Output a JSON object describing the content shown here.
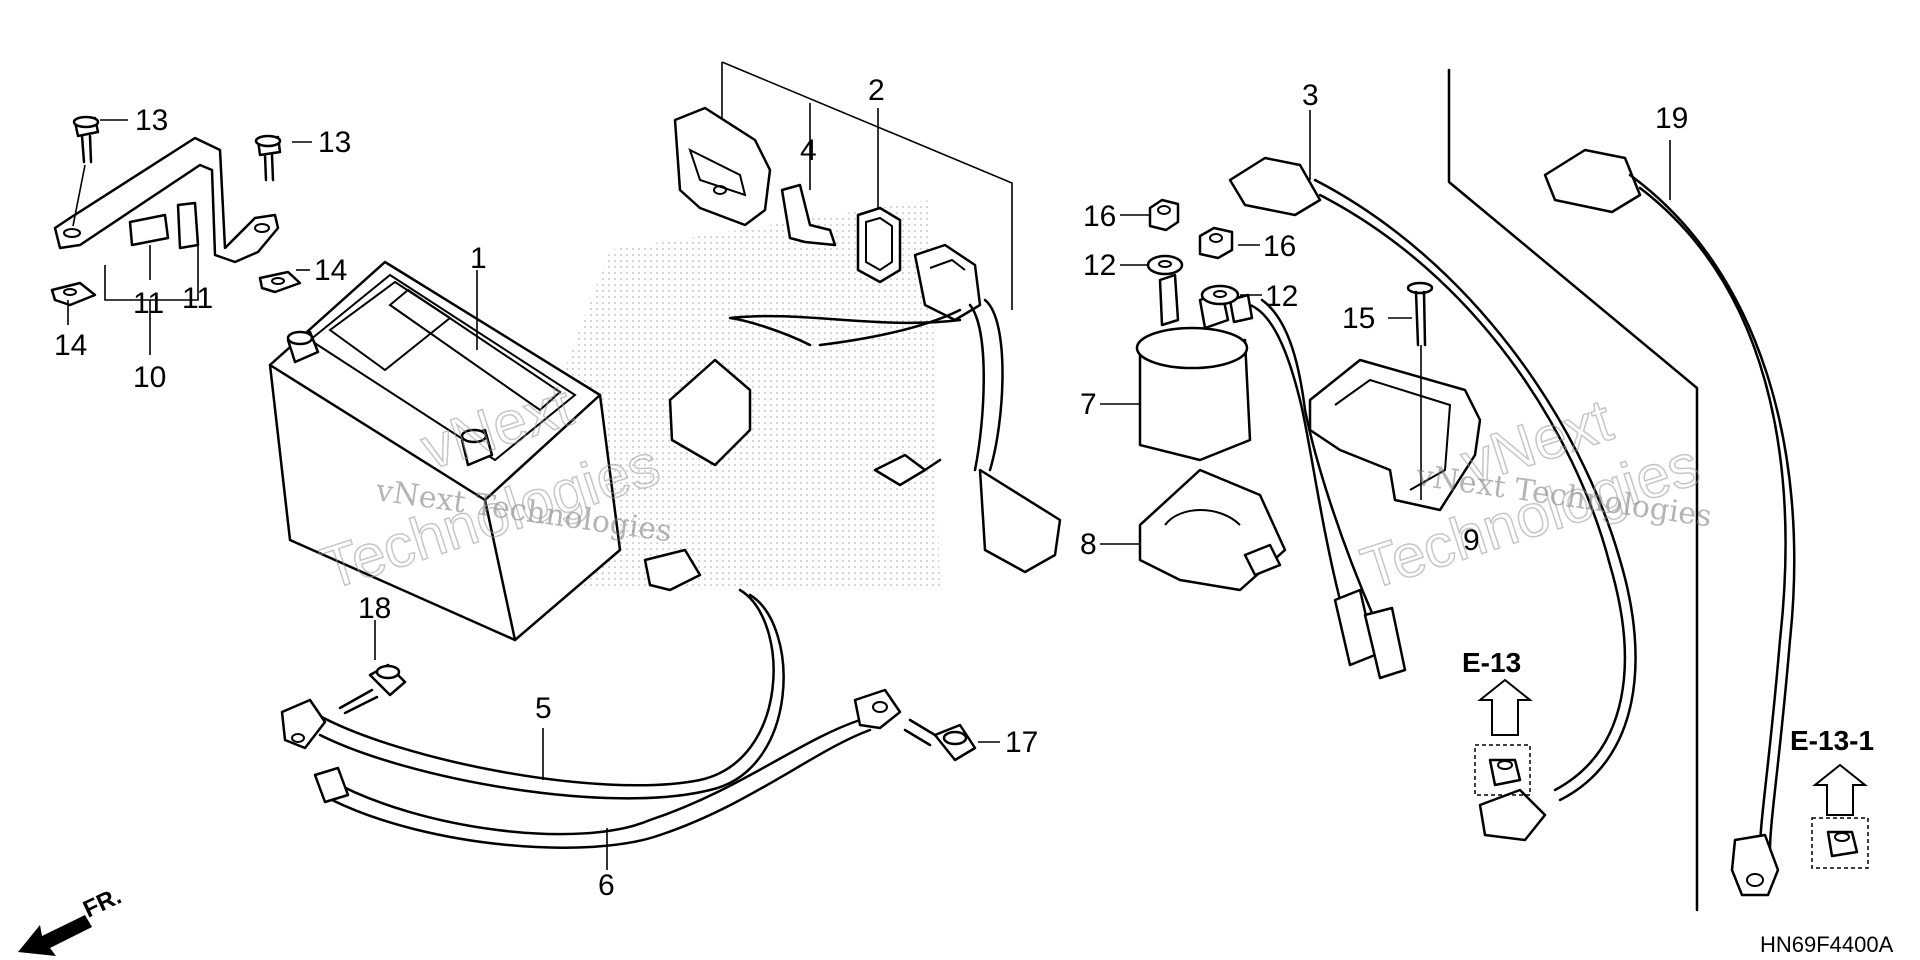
{
  "diagram": {
    "drawing_code": "HN69F4400A",
    "front_marker": "FR.",
    "references": [
      {
        "id": "e13",
        "label": "E-13"
      },
      {
        "id": "e13-1",
        "label": "E-13-1"
      }
    ],
    "watermarks": {
      "small": "vNext Technologies",
      "large": "Technologies",
      "large_alt": "vNext"
    },
    "callouts": {
      "c1": "1",
      "c2": "2",
      "c3": "3",
      "c4": "4",
      "c5": "5",
      "c6": "6",
      "c7": "7",
      "c8": "8",
      "c9": "9",
      "c10": "10",
      "c11a": "11",
      "c11b": "11",
      "c12a": "12",
      "c12b": "12",
      "c13a": "13",
      "c13b": "13",
      "c14a": "14",
      "c14b": "14",
      "c15": "15",
      "c16a": "16",
      "c16b": "16",
      "c17": "17",
      "c18": "18",
      "c19": "19"
    }
  }
}
